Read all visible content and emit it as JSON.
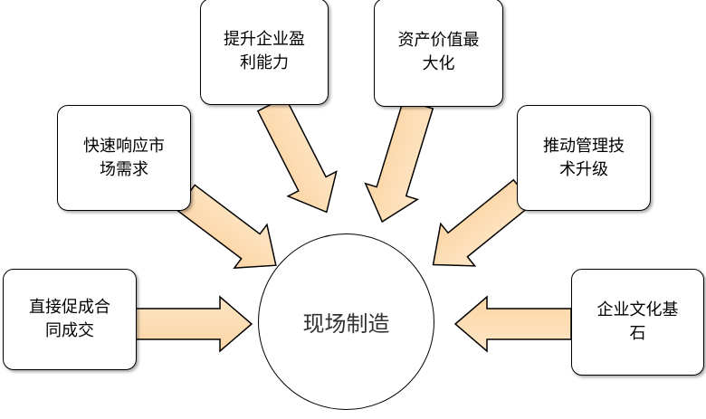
{
  "center": "现场制造",
  "boxes": [
    {
      "line1": "直接促成合",
      "line2": "同成交"
    },
    {
      "line1": "快速响应市",
      "line2": "场需求"
    },
    {
      "line1": "提升企业盈",
      "line2": "利能力"
    },
    {
      "line1": "资产价值最",
      "line2": "大化"
    },
    {
      "line1": "推动管理技",
      "line2": "术升级"
    },
    {
      "line1": "企业文化基",
      "line2": "石"
    }
  ],
  "colors": {
    "arrow_fill": "#fddcb0",
    "stroke": "#000000"
  }
}
